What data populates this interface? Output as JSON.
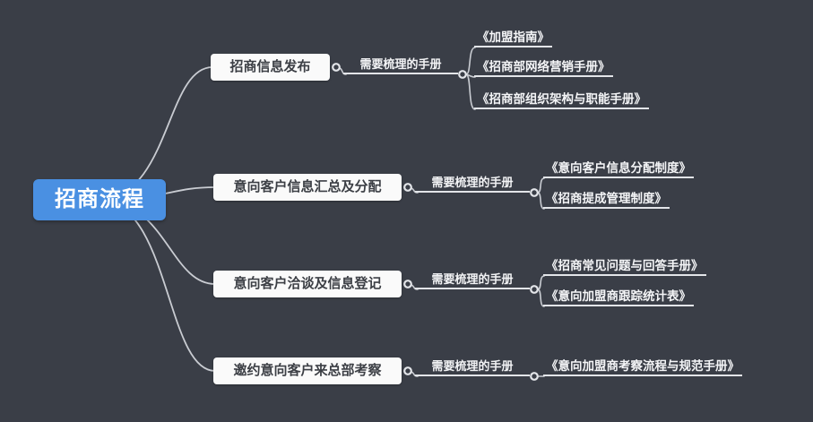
{
  "root": {
    "label": "招商流程"
  },
  "branches": [
    {
      "topic": "招商信息发布",
      "handle_label": "需要梳理的手册",
      "leaves": [
        "《加盟指南》",
        "《招商部网络营销手册》",
        "《招商部组织架构与职能手册》"
      ]
    },
    {
      "topic": "意向客户信息汇总及分配",
      "handle_label": "需要梳理的手册",
      "leaves": [
        "《意向客户信息分配制度》",
        "《招商提成管理制度》"
      ]
    },
    {
      "topic": "意向客户洽谈及信息登记",
      "handle_label": "需要梳理的手册",
      "leaves": [
        "《招商常见问题与回答手册》",
        "《意向加盟商跟踪统计表》"
      ]
    },
    {
      "topic": "邀约意向客户来总部考察",
      "handle_label": "需要梳理的手册",
      "leaves": [
        "《意向加盟商考察流程与规范手册》"
      ]
    }
  ],
  "colors": {
    "background": "#3a3e47",
    "root_fill": "#4a90e2",
    "topic_fill": "#fafafa",
    "line": "#c9ccd2",
    "text_light": "#f4f5f7",
    "text_dark": "#3c3f45"
  }
}
